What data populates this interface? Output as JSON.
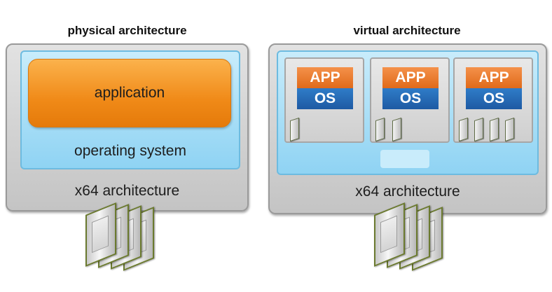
{
  "physical": {
    "heading": "physical architecture",
    "application_label": "application",
    "os_label": "operating system",
    "hardware_label": "x64 architecture",
    "cpu_count": 4
  },
  "virtual": {
    "heading": "virtual architecture",
    "hardware_label": "x64 architecture",
    "vms": [
      {
        "app_label": "APP",
        "os_label": "OS",
        "vcpu_count": 1
      },
      {
        "app_label": "APP",
        "os_label": "OS",
        "vcpu_count": 2
      },
      {
        "app_label": "APP",
        "os_label": "OS",
        "vcpu_count": 4
      }
    ],
    "cpu_count": 4
  },
  "colors": {
    "app_orange": "#f08a18",
    "vm_app_orange": "#e06a1a",
    "vm_os_blue": "#1e5aa3",
    "panel_blue": "#8fd3f3",
    "box_gray": "#c4c4c4"
  }
}
